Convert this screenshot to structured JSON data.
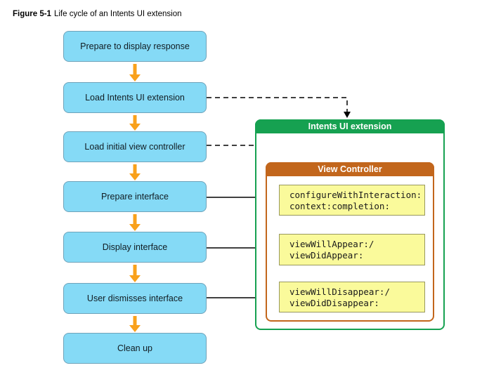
{
  "figure": {
    "label": "Figure 5-1",
    "caption": "Life cycle of an Intents UI extension"
  },
  "flow": {
    "steps": [
      {
        "label": "Prepare to display response"
      },
      {
        "label": "Load Intents UI extension"
      },
      {
        "label": "Load initial view controller"
      },
      {
        "label": "Prepare interface"
      },
      {
        "label": "Display interface"
      },
      {
        "label": "User dismisses interface"
      },
      {
        "label": "Clean up"
      }
    ]
  },
  "extension_panel": {
    "title": "Intents UI extension",
    "view_controller": {
      "title": "View Controller",
      "methods": [
        "configureWithInteraction:\ncontext:completion:",
        "viewWillAppear:/\nviewDidAppear:",
        "viewWillDisappear:/\nviewDidDisappear:"
      ]
    }
  },
  "colors": {
    "flow_box_fill": "#85daf6",
    "flow_box_border": "#6fa3ba",
    "flow_arrow": "#f9a11b",
    "extension_panel_green": "#16a151",
    "view_controller_orange": "#c2661c",
    "code_box_fill": "#fafa9b",
    "code_box_border": "#99995e",
    "connector_black": "#000000"
  }
}
